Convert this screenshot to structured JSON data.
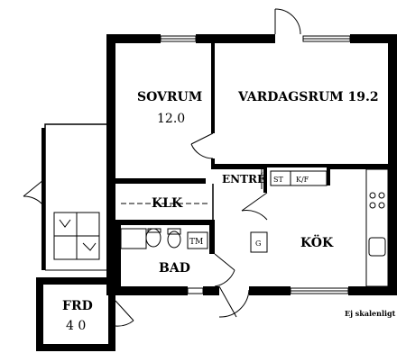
{
  "rooms": {
    "sovrum_name": "SOVRUM",
    "sovrum_area": "12.0",
    "vardagsrum": "VARDAGSRUM 19.2",
    "entre": "ENTRÉ",
    "klk": "KLK",
    "kok": "KÖK",
    "bad": "BAD",
    "frd_name": "FRD",
    "frd_area": "4 0"
  },
  "fixtures": {
    "st": "ST",
    "kf": "K/F",
    "tm": "TM",
    "g": "G"
  },
  "note": "Ej skalenligt",
  "colors": {
    "wall": "#000000",
    "background": "#ffffff"
  }
}
